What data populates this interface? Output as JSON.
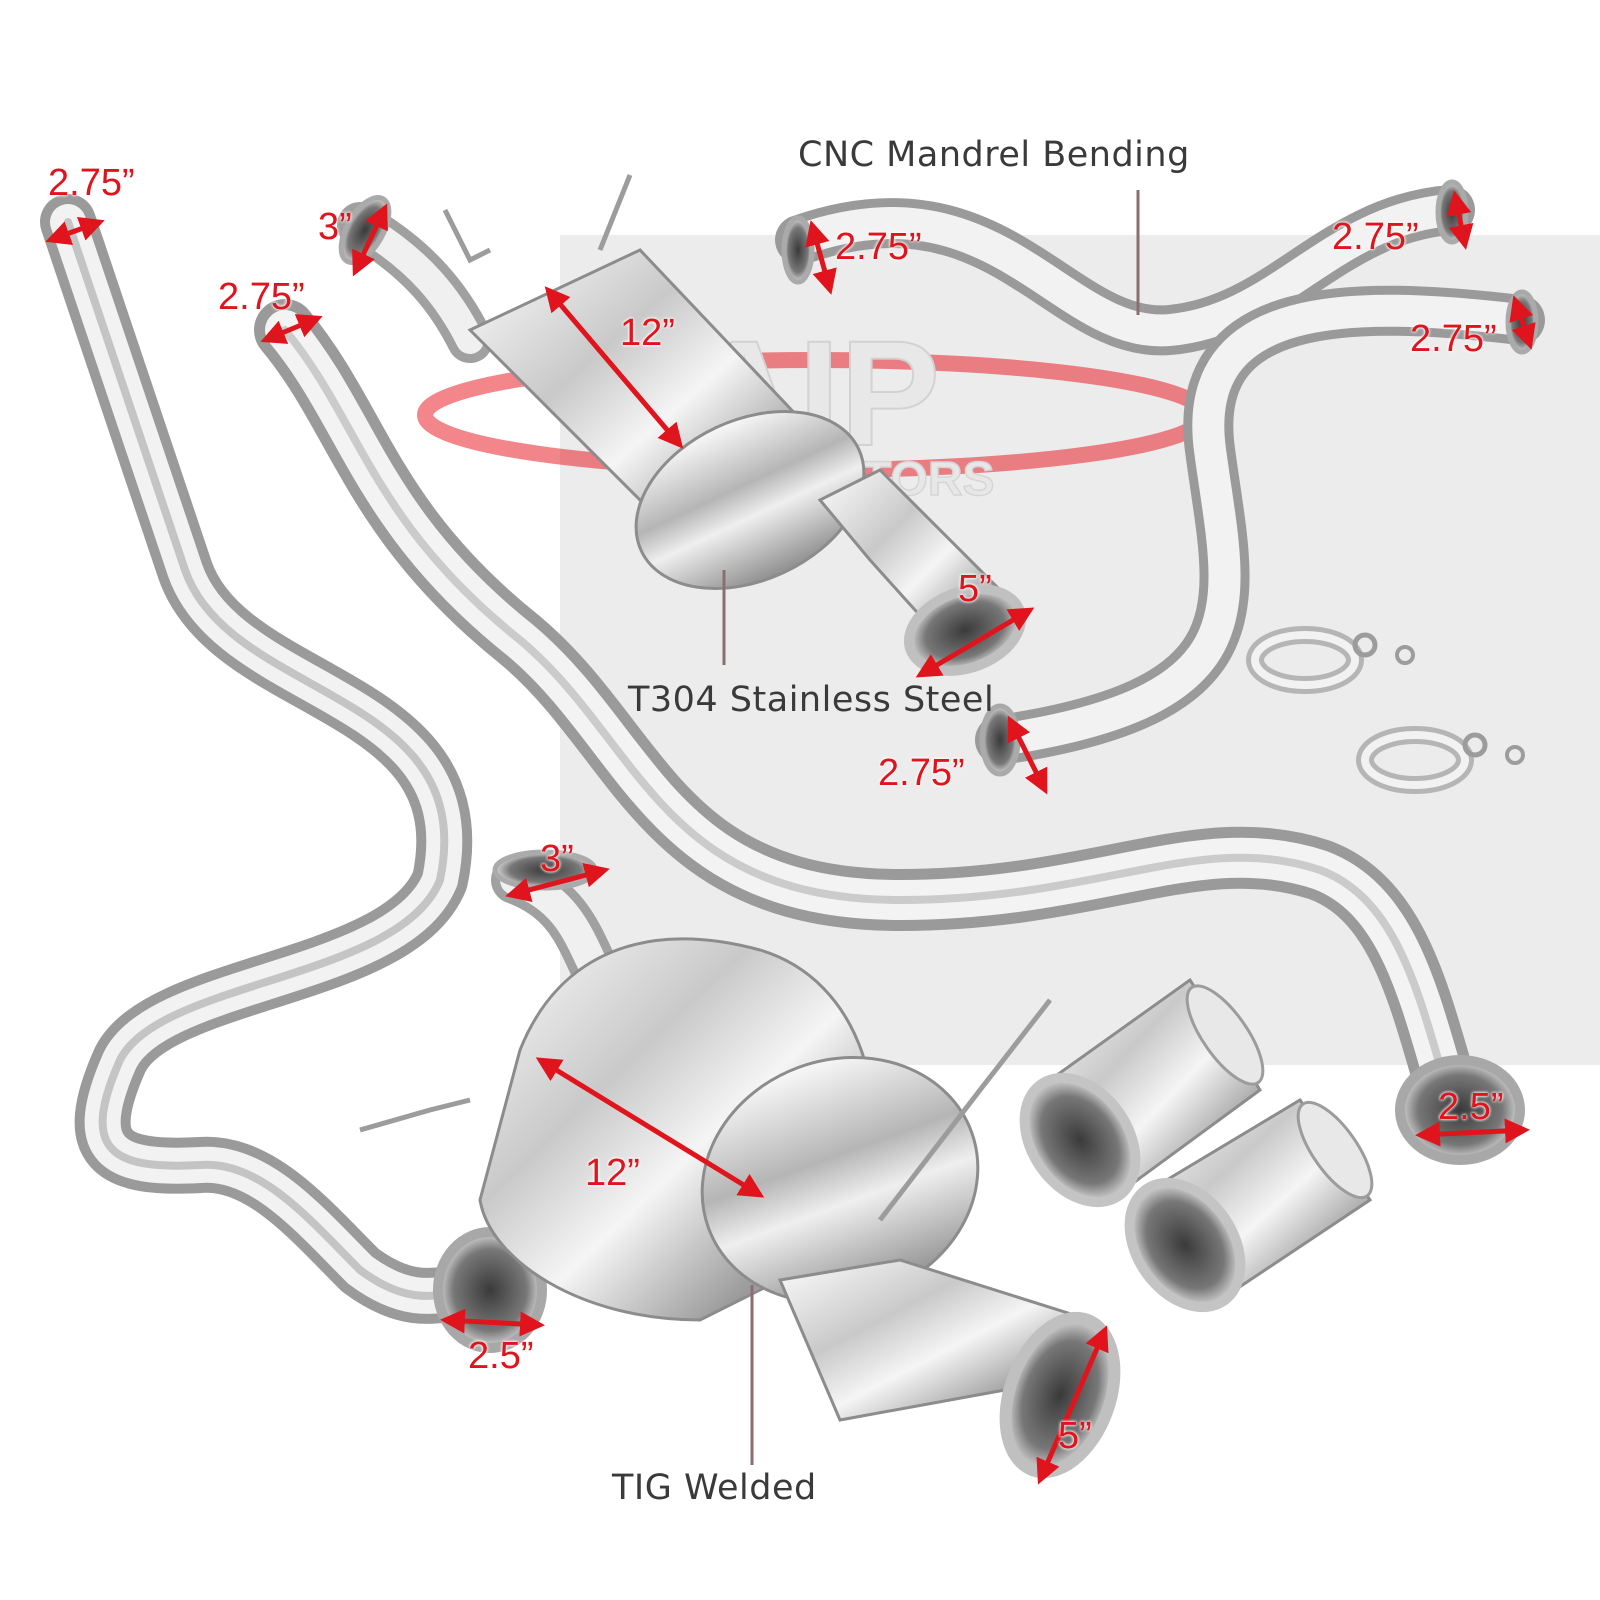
{
  "watermark": {
    "logo": "AIP",
    "sub": "DISTRIBUTORS",
    "color": "#e8232a"
  },
  "callouts": {
    "cnc": "CNC Mandrel Bending",
    "t304": "T304 Stainless Steel",
    "tig": "TIG Welded"
  },
  "dimensions": {
    "left_pipe_inlet": "2.75”",
    "second_pipe_inlet": "2.75”",
    "upper_muffler_inlet": "3”",
    "upper_muffler_length": "12”",
    "upper_muffler_tip": "5”",
    "xpipe_left_inlet": "2.75”",
    "xpipe_right_top": "2.75”",
    "xpipe_right_mid": "2.75”",
    "xpipe_bottom_outlet": "2.75”",
    "lower_muffler_inlet": "3”",
    "lower_muffler_length": "12”",
    "lower_muffler_tip": "5”",
    "left_pipe_outlet": "2.5”",
    "right_pipe_outlet": "2.5”"
  },
  "colors": {
    "dimension_red": "#e0141c",
    "callout_gray": "#3a3a3a",
    "steel_light": "#f4f4f4",
    "steel_dark": "#8c8c8c"
  }
}
